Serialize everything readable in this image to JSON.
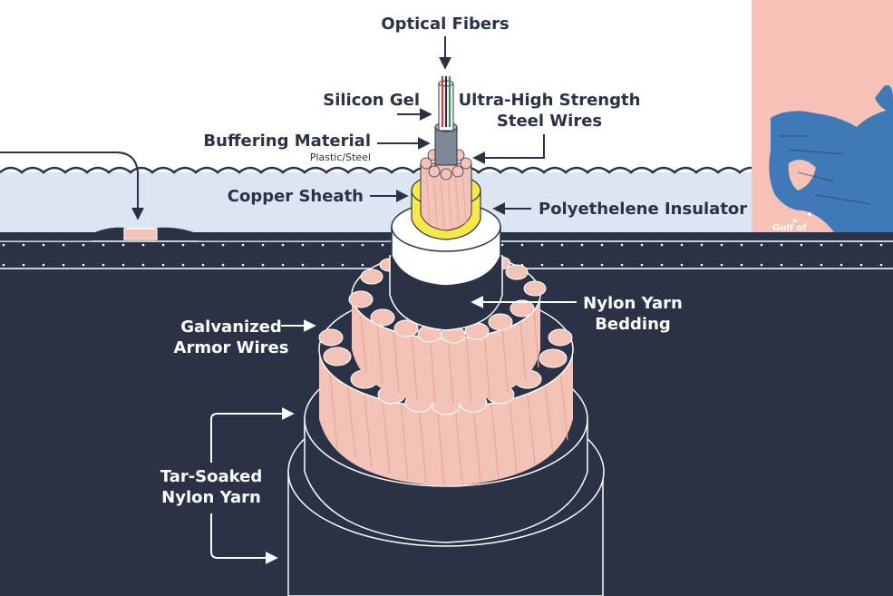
{
  "colors": {
    "dark_navy": "#2b3245",
    "water": "#dce6f2",
    "copper_pink": "#f4c3b8",
    "copper_shade": "#e8a89a",
    "copper_sheath_yellow": "#f7e84a",
    "insulator_white": "#ffffff",
    "map_land": "#f6c2b8",
    "map_ocean": "#3f79b8",
    "fiber_red": "#d63a3a",
    "fiber_green": "#2f9a4e"
  },
  "labels": {
    "optical_fibers": "Optical Fibers",
    "silicon_gel": "Silicon Gel",
    "steel_wires_line1": "Ultra-High Strength",
    "steel_wires_line2": "Steel Wires",
    "buffering_material": "Buffering Material",
    "buffering_sub": "Plastic/Steel",
    "copper_sheath": "Copper Sheath",
    "polyethelene_insulator": "Polyethelene Insulator",
    "nylon_yarn_line1": "Nylon Yarn",
    "nylon_yarn_line2": "Bedding",
    "armor_line1": "Galvanized",
    "armor_line2": "Armor Wires",
    "tar_line1": "Tar-Soaked",
    "tar_line2": "Nylon Yarn"
  },
  "map": {
    "label": "Gulf of"
  },
  "icons": {
    "arrow": "arrow-icon",
    "wave": "wave-line"
  }
}
